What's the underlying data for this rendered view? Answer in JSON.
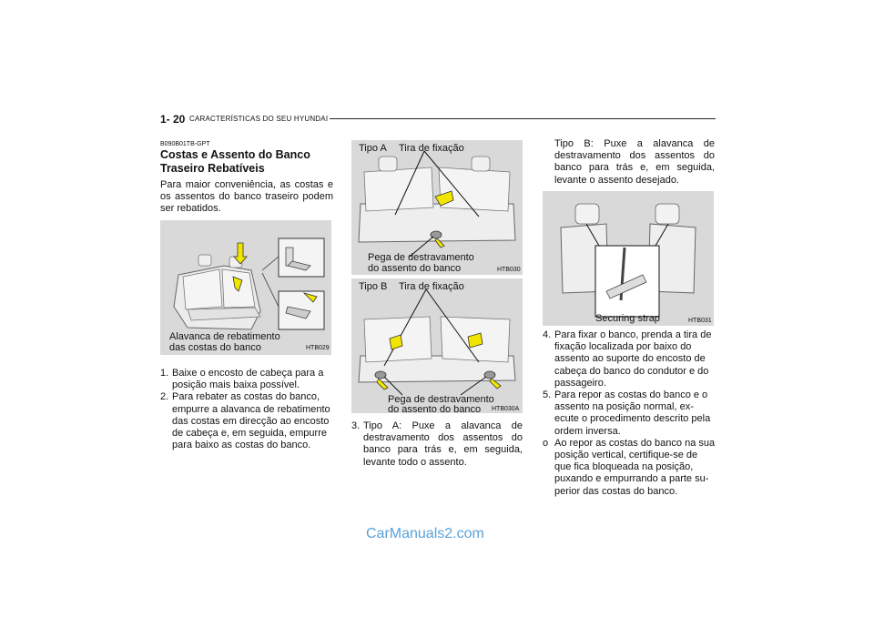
{
  "header": {
    "page_number": "1- 20",
    "section_title": "CARACTERÍSTICAS DO SEU HYUNDAI"
  },
  "col1": {
    "code": "B090B01TB-GPT",
    "heading": "Costas e Assento do Banco Traseiro Rebatíveis",
    "intro": "Para maior conveniência, as costas e os assentos do banco traseiro podem ser rebatidos.",
    "figure": {
      "caption_line1": "Alavanca de rebatimento",
      "caption_line2": "das costas do banco",
      "code": "HTB029"
    },
    "steps": [
      {
        "num": "1.",
        "text": "Baixe o encosto de cabeça para a posição mais baixa possível."
      },
      {
        "num": "2.",
        "text": "Para rebater as costas do banco, empurre a alavanca de rebatimento das costas em direcção ao encosto de cabeça e, em seguida, empurre para baixo as costas do banco."
      }
    ]
  },
  "col2": {
    "figA": {
      "type_label": "Tipo A",
      "strap_label": "Tira de fixação",
      "caption_line1": "Pega de destravamento",
      "caption_line2": "do assento do banco",
      "code": "HTB030"
    },
    "figB": {
      "type_label": "Tipo B",
      "strap_label": "Tira de fixação",
      "caption_line1": "Pega de destravamento",
      "caption_line2": "do assento do banco",
      "code": "HTB030A"
    },
    "step3": {
      "num": "3.",
      "text": "Tipo A: Puxe a alavanca de destravamento dos assentos do banco para trás e, em seguida, levante todo o assento."
    }
  },
  "col3": {
    "typeB_text": "Tipo B: Puxe a alavanca de destravamento dos assentos do banco para trás e, em seguida, levante o assento desejado.",
    "figure": {
      "caption": "Securing strap",
      "code": "HTB031"
    },
    "steps": [
      {
        "num": "4.",
        "text": "Para fixar o banco, prenda a tira de fixação localizada por baixo do assento ao suporte do encosto de cabeça do banco do condutor e do passageiro."
      },
      {
        "num": "5.",
        "text": "Para repor as costas do banco e o assento na posição normal, ex- ecute o procedimento descrito pela ordem inversa."
      },
      {
        "num": "o",
        "text": "Ao repor as costas do banco na sua posição vertical, certifique-se de que fica bloqueada na posição, puxando e empurrando a parte su- perior das costas do banco."
      }
    ]
  },
  "watermark": "CarManuals2.com",
  "colors": {
    "figure_bg": "#d9d9d9",
    "arrow_yellow": "#f2e600",
    "watermark": "#5aa3d8"
  }
}
